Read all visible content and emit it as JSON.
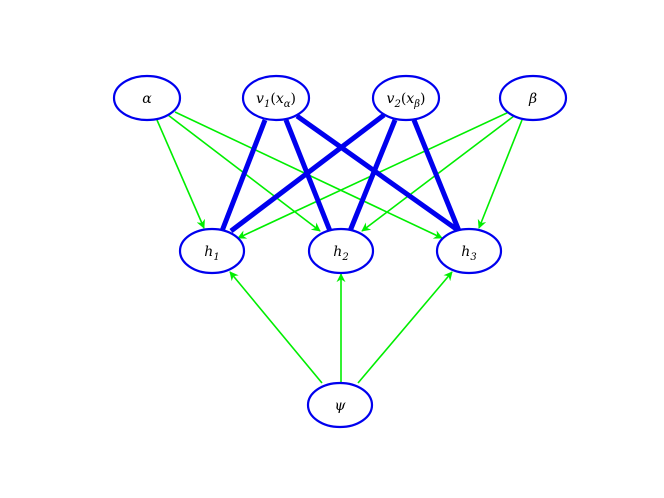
{
  "diagram": {
    "colors": {
      "node_stroke": "#0000ee",
      "strong_edge": "#0000ee",
      "arrow_edge": "#00ee00"
    },
    "nodes": [
      {
        "id": "alpha",
        "label": "α",
        "sub": ""
      },
      {
        "id": "v1",
        "label": "v",
        "sub": "1",
        "arg": "x",
        "argsub": "α"
      },
      {
        "id": "v2",
        "label": "v",
        "sub": "2",
        "arg": "x",
        "argsub": "β"
      },
      {
        "id": "beta",
        "label": "β",
        "sub": ""
      },
      {
        "id": "h1",
        "label": "h",
        "sub": "1"
      },
      {
        "id": "h2",
        "label": "h",
        "sub": "2"
      },
      {
        "id": "h3",
        "label": "h",
        "sub": "3"
      },
      {
        "id": "psi",
        "label": "ψ",
        "sub": ""
      }
    ],
    "strong_edges": [
      [
        "v1",
        "h1"
      ],
      [
        "v1",
        "h2"
      ],
      [
        "v1",
        "h3"
      ],
      [
        "v2",
        "h1"
      ],
      [
        "v2",
        "h2"
      ],
      [
        "v2",
        "h3"
      ]
    ],
    "arrow_edges": [
      [
        "alpha",
        "h1"
      ],
      [
        "alpha",
        "h2"
      ],
      [
        "alpha",
        "h3"
      ],
      [
        "beta",
        "h1"
      ],
      [
        "beta",
        "h2"
      ],
      [
        "beta",
        "h3"
      ],
      [
        "psi",
        "h1"
      ],
      [
        "psi",
        "h2"
      ],
      [
        "psi",
        "h3"
      ]
    ]
  }
}
